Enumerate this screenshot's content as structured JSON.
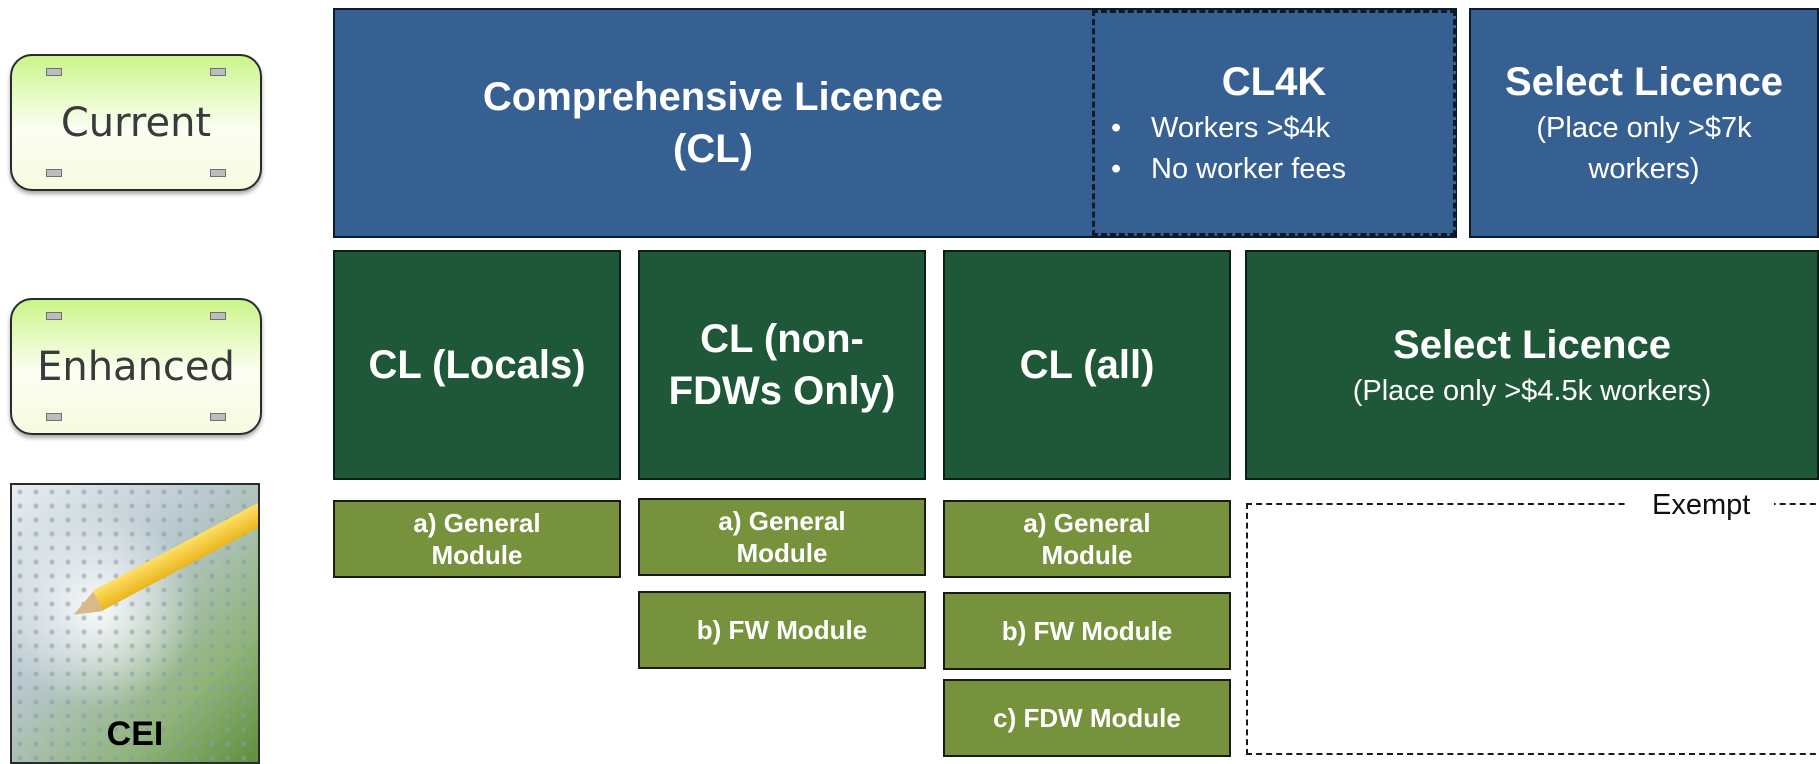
{
  "tags": {
    "current": "Current",
    "enhanced": "Enhanced"
  },
  "cei_label": "CEI",
  "current_row": {
    "cl": {
      "line1": "Comprehensive Licence",
      "line2": "(CL)"
    },
    "cl4k": {
      "title": "CL4K",
      "bullets": [
        "Workers >$4k",
        "No worker fees"
      ]
    },
    "select": {
      "title": "Select Licence",
      "line1": "(Place only >$7k",
      "line2": "workers)"
    }
  },
  "enhanced_row": {
    "locals": "CL (Locals)",
    "non_fdw": {
      "line1": "CL (non-",
      "line2": "FDWs Only)"
    },
    "all": "CL (all)",
    "select": {
      "title": "Select Licence",
      "sub": "(Place only >$4.5k workers)"
    }
  },
  "modules": {
    "general_1": "a) General",
    "general_2": "Module",
    "fw": "b) FW Module",
    "fdw": "c) FDW Module"
  },
  "exempt": "Exempt"
}
